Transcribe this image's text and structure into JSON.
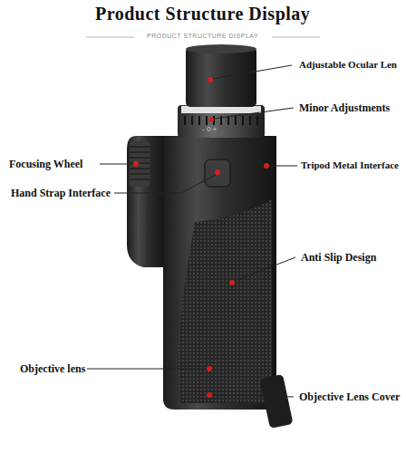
{
  "diagram": {
    "title": "Product Structure Display",
    "labels": [
      "PRODUCT STRUCTURE DISPLAY",
      "Adjustable Ocular Len",
      "Minor Adjustments",
      "Focusing Wheel",
      "Tripod Metal Interface",
      "Hand Strap Interface",
      "Anti Slip Design",
      "Objective lens",
      "Objective Lens Cover",
      "- 0 +"
    ]
  }
}
